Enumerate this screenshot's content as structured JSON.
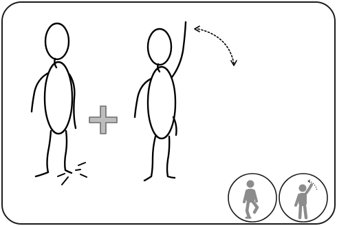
{
  "illustration": {
    "figure_count": 2,
    "operator": "plus",
    "thumbnail_count": 2,
    "icons": {
      "figure_stomping": "stick-figure-stomping-icon",
      "figure_raising_arm": "stick-figure-raising-arm-icon",
      "operator": "plus-icon",
      "motion": "curved-arrow-icon",
      "thumb_one": "person-stomping-thumbnail-icon",
      "thumb_two": "person-raising-arm-thumbnail-icon"
    },
    "colors": {
      "frame_stroke": "#1a1a1a",
      "figure_stroke": "#000000",
      "plus_fill": "#bdbdbd",
      "plus_stroke": "#6d6d6d",
      "thumb_figure": "#8c8c8c",
      "background": "#ffffff"
    }
  }
}
